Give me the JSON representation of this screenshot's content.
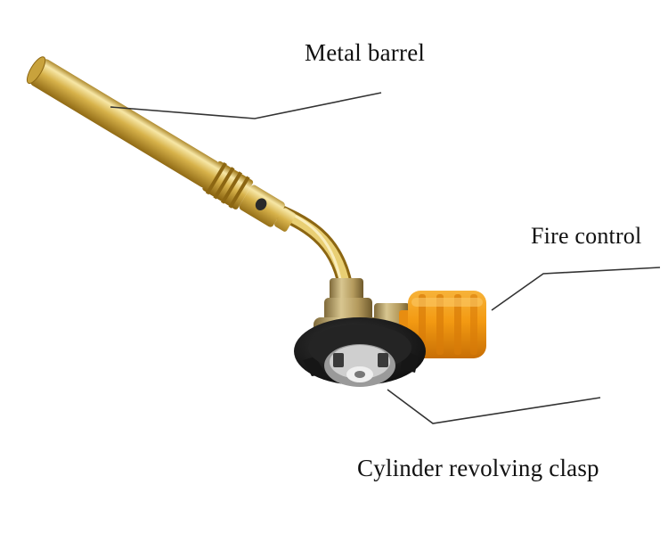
{
  "labels": {
    "metal_barrel": "Metal barrel",
    "fire_control": "Fire control",
    "cylinder_clasp": "Cylinder revolving clasp"
  },
  "colors": {
    "background": "#ffffff",
    "brass": "#d9b44a",
    "brass_light": "#f6e39a",
    "brass_dark": "#9a7419",
    "knob_orange": "#f39a12",
    "base_black": "#1c1c1c",
    "leader_line": "#333333"
  }
}
